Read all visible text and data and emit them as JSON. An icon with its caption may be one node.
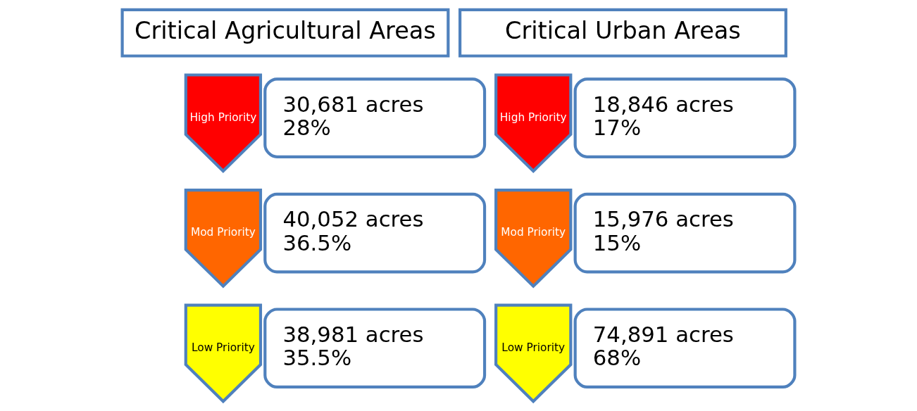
{
  "diagram": {
    "nodes": [
      {
        "text": [
          "Critical Agricultural Areas"
        ]
      },
      {
        "text": [
          "High Priority"
        ]
      },
      {
        "text": [
          "30,681 acres",
          "28%"
        ]
      },
      {
        "text": [
          "Mod Priority"
        ]
      },
      {
        "text": [
          "40,052 acres",
          "36.5%"
        ]
      },
      {
        "text": [
          "Low Priority"
        ]
      },
      {
        "text": [
          "38,981 acres",
          "35.5%"
        ]
      },
      {
        "text": [
          "Critical Urban Areas"
        ]
      },
      {
        "text": [
          "High Priority"
        ]
      },
      {
        "text": [
          "18,846 acres",
          "17%"
        ]
      },
      {
        "text": [
          "Mod Priority"
        ]
      },
      {
        "text": [
          "15,976 acres",
          "15%"
        ]
      },
      {
        "text": [
          "Low Priority"
        ]
      },
      {
        "text": [
          "74,891 acres",
          "68%"
        ]
      }
    ],
    "edges": []
  }
}
